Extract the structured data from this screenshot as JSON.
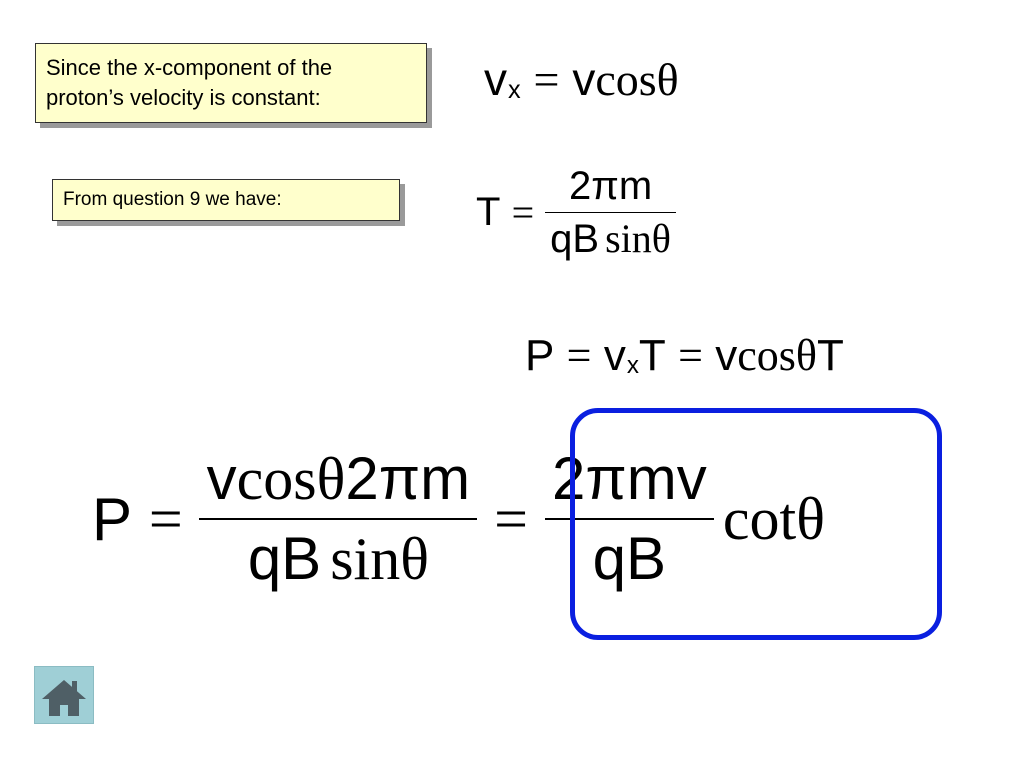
{
  "callouts": {
    "x_component": {
      "line1": "Since the x-component of the",
      "line2": "proton’s velocity is constant:"
    },
    "question9": {
      "text": "From question 9 we have:"
    }
  },
  "equations": {
    "vx": {
      "lhs": "v",
      "lhs_sub": "x",
      "eq": "=",
      "rhs_v": "v",
      "rhs_func": "cosθ"
    },
    "T": {
      "lhs": "T",
      "eq": "=",
      "num": "2πm",
      "den_q": "qB",
      "den_func": "sinθ"
    },
    "P1": {
      "lhs": "P",
      "eq1": "=",
      "v": "v",
      "v_sub": "x",
      "T": "T",
      "eq2": "=",
      "v2": "v",
      "func": "cosθ",
      "T2": "T"
    },
    "P2": {
      "lhs": "P",
      "eq1": "=",
      "num_v": "v",
      "num_func": "cosθ",
      "num_rest": "2πm",
      "den_q": "qB",
      "den_func": "sinθ",
      "eq2": "=",
      "num2": "2πmv",
      "den2": "qB",
      "func2": "cotθ"
    }
  },
  "nav": {
    "home_icon": "home-icon",
    "accent": "#0a1fe0",
    "callout_fill": "#ffffcc"
  }
}
